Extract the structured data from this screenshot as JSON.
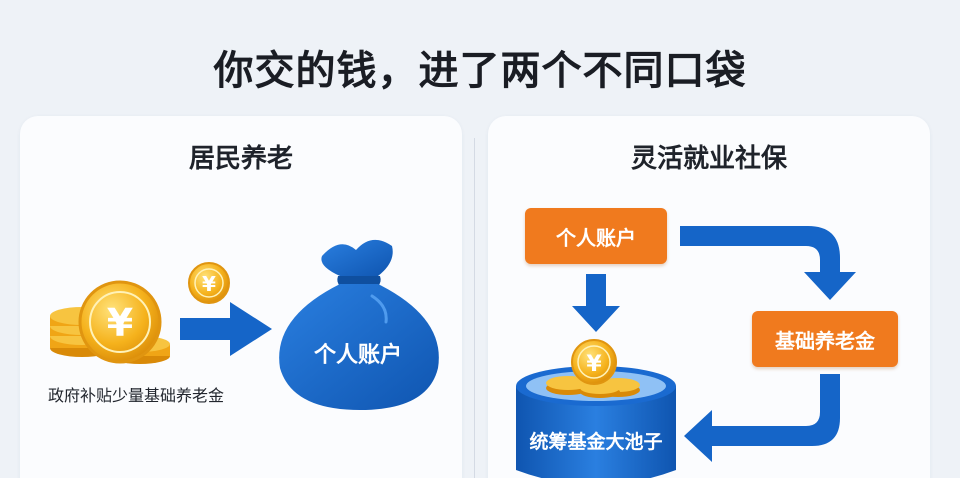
{
  "title": "你交的钱，进了两个不同口袋",
  "left_panel": {
    "title": "居民养老",
    "caption": "政府补贴少量基础养老金",
    "bag_label": "个人账户",
    "coin_symbol": "¥"
  },
  "right_panel": {
    "title": "灵活就业社保",
    "personal_account": "个人账户",
    "basic_pension": "基础养老金",
    "pool_label": "统筹基金大池子",
    "coin_symbol": "¥"
  },
  "colors": {
    "blue": "#1565c8",
    "orange": "#f07a1e",
    "gold": "#f5b21c"
  },
  "icons": [
    "coin-stack-icon",
    "coin-icon",
    "money-bag-icon",
    "arrow-icon",
    "pool-icon"
  ]
}
